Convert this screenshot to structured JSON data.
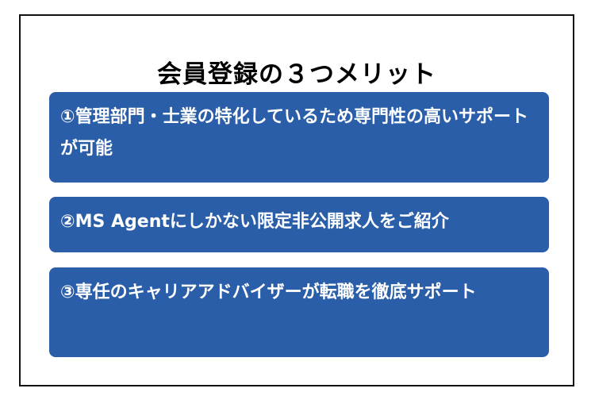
{
  "title": "会員登録の３つメリット",
  "merits": [
    {
      "text": "①管理部門・士業の特化しているため専門性の高いサポートが可能"
    },
    {
      "text": "②MS Agentにしかない限定非公開求人をご紹介"
    },
    {
      "text": "③専任のキャリアアドバイザーが転職を徹底サポート"
    }
  ],
  "colors": {
    "card": "#2a5ea8",
    "border": "#111111"
  }
}
